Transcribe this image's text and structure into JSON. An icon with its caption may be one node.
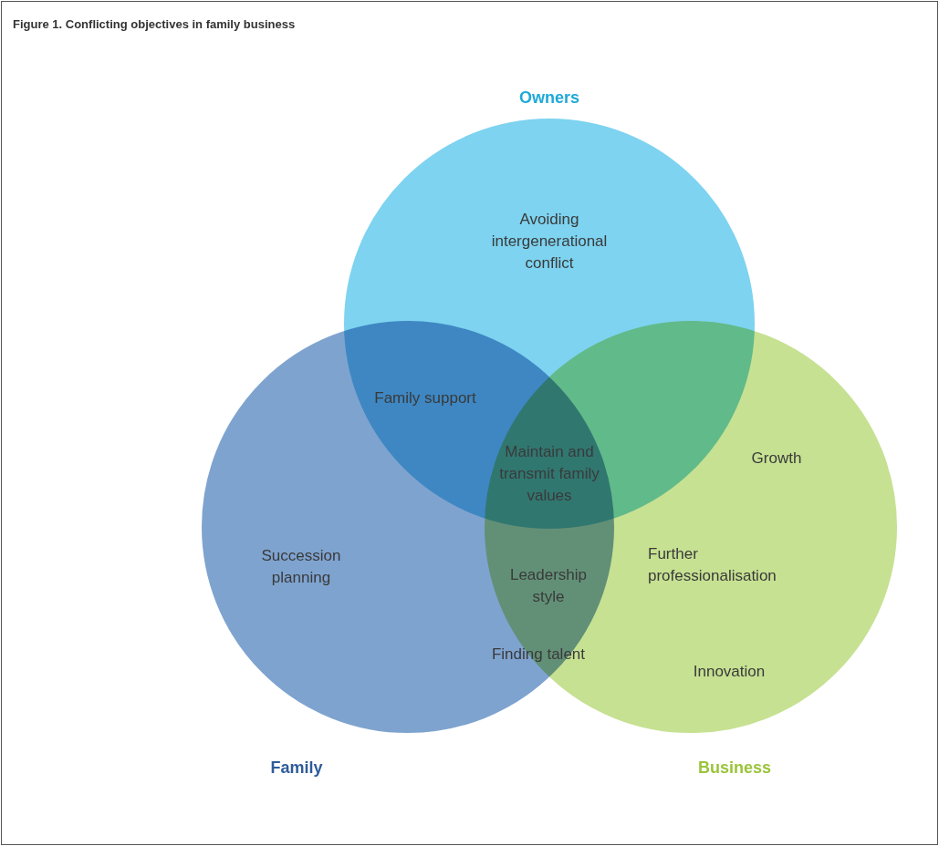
{
  "diagram": {
    "title": "Figure 1. Conflicting objectives in family business",
    "nodes": [
      {
        "text": [
          "Owners",
          "Avoiding intergenerational conflict"
        ]
      },
      {
        "text": [
          "Succession planning",
          "Family"
        ]
      },
      {
        "text": [
          "Growth",
          "Further professionalisation",
          "Innovation",
          "Business"
        ]
      }
    ],
    "labels": [
      "Family support",
      "Maintain and transmit family values",
      "Leadership style",
      "Finding talent"
    ]
  }
}
